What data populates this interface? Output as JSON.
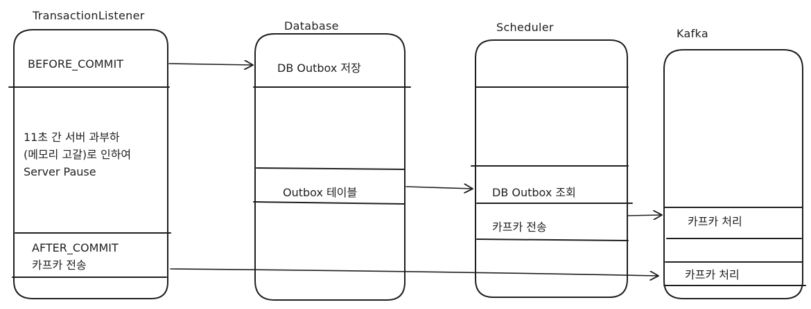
{
  "columns": {
    "listener": {
      "title": "TransactionListener",
      "before_commit": "BEFORE_COMMIT",
      "pause_line1": "11초 간 서버 과부하",
      "pause_line2": "(메모리 고갈)로 인하여",
      "pause_line3": "Server Pause",
      "after_commit": "AFTER_COMMIT",
      "after_send": "카프카 전송"
    },
    "database": {
      "title": "Database",
      "outbox_save": "DB Outbox 저장",
      "outbox_table": "Outbox 테이블"
    },
    "scheduler": {
      "title": "Scheduler",
      "outbox_query": "DB Outbox 조회",
      "kafka_send": "카프카 전송"
    },
    "kafka": {
      "title": "Kafka",
      "process_1": "카프카 처리",
      "process_2": "카프카 처리"
    }
  }
}
